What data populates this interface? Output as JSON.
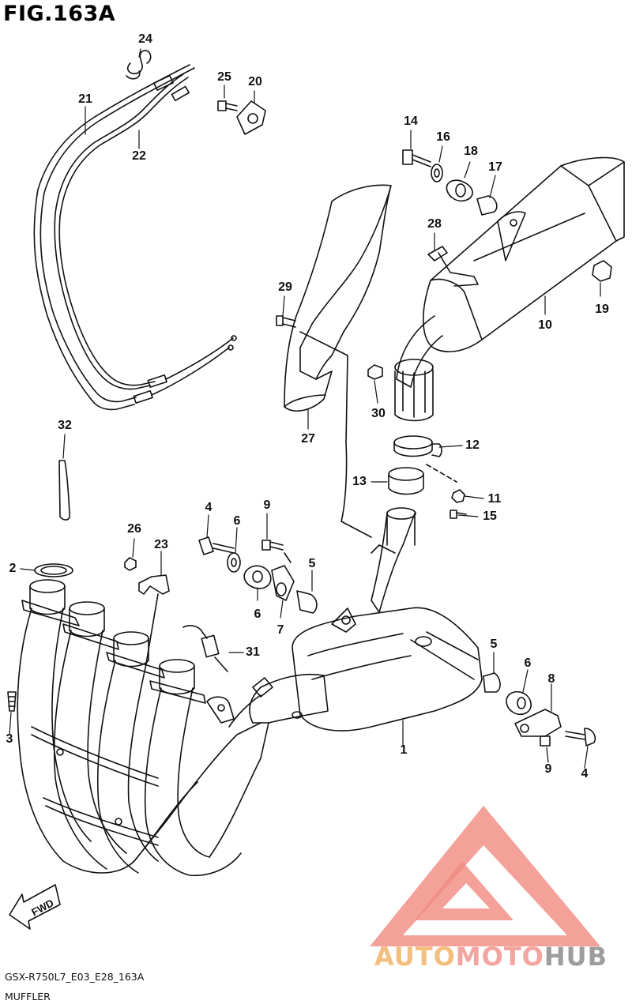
{
  "figure": {
    "title": "FIG.163A"
  },
  "callouts": [
    {
      "id": "24",
      "label": "24"
    },
    {
      "id": "25",
      "label": "25"
    },
    {
      "id": "20",
      "label": "20"
    },
    {
      "id": "21",
      "label": "21"
    },
    {
      "id": "22",
      "label": "22"
    },
    {
      "id": "14",
      "label": "14"
    },
    {
      "id": "16",
      "label": "16"
    },
    {
      "id": "18",
      "label": "18"
    },
    {
      "id": "17",
      "label": "17"
    },
    {
      "id": "28",
      "label": "28"
    },
    {
      "id": "19",
      "label": "19"
    },
    {
      "id": "29",
      "label": "29"
    },
    {
      "id": "10",
      "label": "10"
    },
    {
      "id": "30",
      "label": "30"
    },
    {
      "id": "27",
      "label": "27"
    },
    {
      "id": "32",
      "label": "32"
    },
    {
      "id": "12",
      "label": "12"
    },
    {
      "id": "13",
      "label": "13"
    },
    {
      "id": "11",
      "label": "11"
    },
    {
      "id": "15",
      "label": "15"
    },
    {
      "id": "4a",
      "label": "4"
    },
    {
      "id": "6a",
      "label": "6"
    },
    {
      "id": "9a",
      "label": "9"
    },
    {
      "id": "26",
      "label": "26"
    },
    {
      "id": "23",
      "label": "23"
    },
    {
      "id": "2",
      "label": "2"
    },
    {
      "id": "5a",
      "label": "5"
    },
    {
      "id": "6b",
      "label": "6"
    },
    {
      "id": "7",
      "label": "7"
    },
    {
      "id": "31",
      "label": "31"
    },
    {
      "id": "5b",
      "label": "5"
    },
    {
      "id": "6c",
      "label": "6"
    },
    {
      "id": "8",
      "label": "8"
    },
    {
      "id": "3",
      "label": "3"
    },
    {
      "id": "1",
      "label": "1"
    },
    {
      "id": "9b",
      "label": "9"
    },
    {
      "id": "4b",
      "label": "4"
    }
  ],
  "fwd_label": "FWD",
  "footer": {
    "code": "GSX-R750L7_E03_E28_163A",
    "name": "MUFFLER"
  },
  "watermark": {
    "part1": "AUTO",
    "part2": "MOTO",
    "part3": "HUB",
    "colors": {
      "auto": "#f3be7e",
      "moto": "#f0a59f",
      "hub": "#9d9d9d",
      "logo": "#f08a80"
    }
  }
}
